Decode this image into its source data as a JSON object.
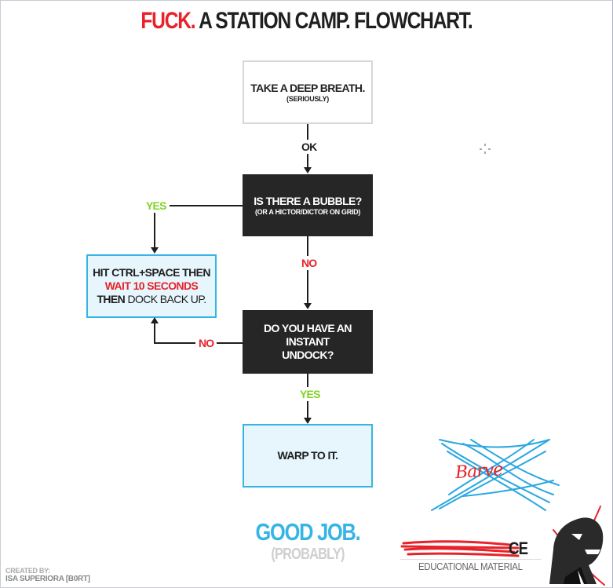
{
  "title": {
    "highlight": "FUCK.",
    "rest": "A STATION CAMP. FLOWCHART."
  },
  "nodes": {
    "start": {
      "main": "TAKE A DEEP BREATH.",
      "sub": "(SERIOUSLY)"
    },
    "bubble": {
      "main": "IS THERE A BUBBLE?",
      "sub": "(OR A HICTOR/DICTOR ON GRID)"
    },
    "ctrl_space": {
      "line1": "HIT CTRL+SPACE THEN",
      "line2": "WAIT 10 SECONDS",
      "line3_bold": "THEN",
      "line3_rest": "DOCK BACK UP."
    },
    "undock": {
      "line1": "DO YOU HAVE AN INSTANT",
      "line2": "UNDOCK?"
    },
    "warp": {
      "main": "WARP TO IT."
    }
  },
  "edges": {
    "ok": "OK",
    "bubble_yes": "YES",
    "bubble_no": "NO",
    "undock_no": "NO",
    "undock_yes": "YES"
  },
  "footer": {
    "good_job": "GOOD JOB.",
    "probably": "(PROBABLY)",
    "created_by": "CREATED BY:",
    "author": "ISA SUPERIORA [B0RT]",
    "alliance_suffix": "CE",
    "educational": "EDUCATIONAL MATERIAL"
  },
  "handwriting": {
    "scribble_text": "Barve"
  },
  "colors": {
    "accent_red": "#e8222a",
    "accent_green": "#7ed321",
    "accent_blue": "#36b4e6",
    "dark_box": "#262626",
    "light_blue_box": "#e6f6fc"
  }
}
